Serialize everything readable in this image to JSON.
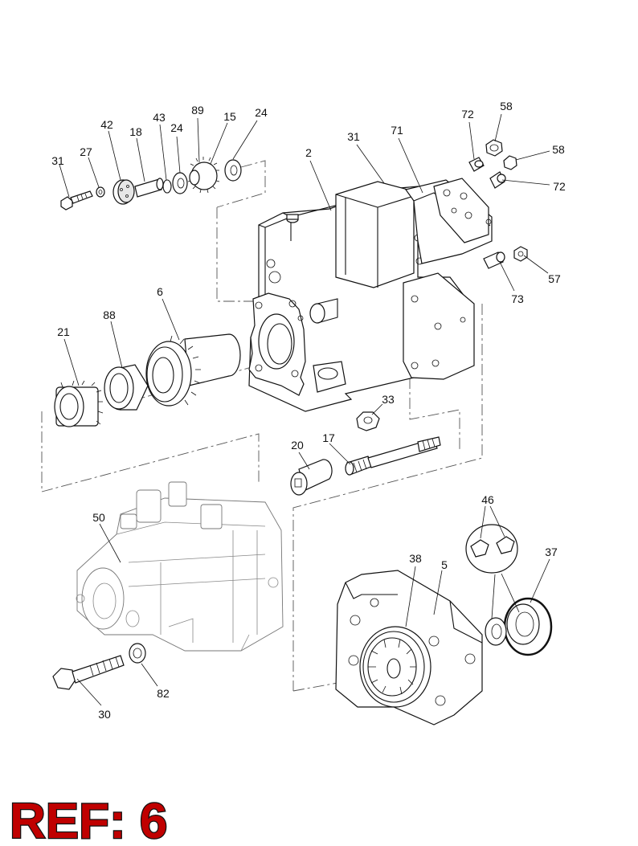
{
  "reference": {
    "text": "REF: 6",
    "color": "#c00000"
  },
  "callouts": [
    "31",
    "27",
    "42",
    "18",
    "43",
    "24",
    "89",
    "15",
    "24",
    "2",
    "31",
    "71",
    "72",
    "58",
    "58",
    "72",
    "57",
    "73",
    "6",
    "88",
    "21",
    "33",
    "20",
    "17",
    "46",
    "37",
    "38",
    "5",
    "50",
    "82",
    "30"
  ]
}
